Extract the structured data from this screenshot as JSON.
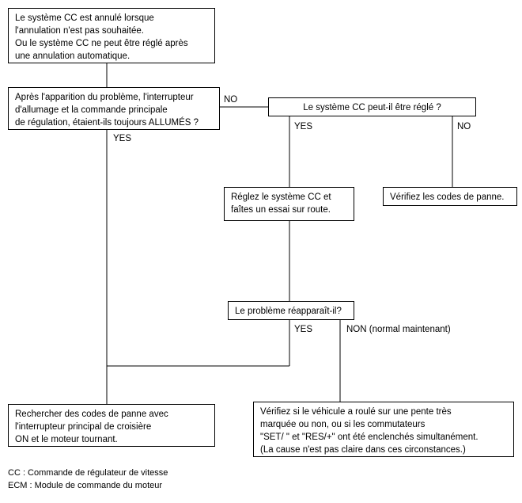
{
  "boxes": {
    "start": {
      "lines": [
        "Le système CC est annulé lorsque",
        "l'annulation n'est pas souhaitée.",
        "Ou le système CC ne peut être réglé après",
        "une annulation automatique."
      ]
    },
    "q_ignition": {
      "lines": [
        "Après l'apparition du problème, l'interrupteur",
        "d'allumage et la commande principale",
        "de régulation, étaient-ils toujours ALLUMÉS ?"
      ]
    },
    "q_can_set": {
      "lines": [
        "Le système CC peut-il être réglé ?"
      ]
    },
    "set_and_test": {
      "lines": [
        "Réglez le système CC et",
        "faîtes un essai sur route."
      ]
    },
    "check_codes": {
      "lines": [
        "Vérifiez les codes de panne."
      ]
    },
    "q_reappears": {
      "lines": [
        "Le problème réapparaît-il?"
      ]
    },
    "search_codes": {
      "lines": [
        "Rechercher des codes de panne avec",
        "l'interrupteur principal de croisière",
        "ON et le moteur tournant."
      ]
    },
    "check_slope": {
      "lines": [
        "Vérifiez si le véhicule a roulé sur une pente très",
        "marquée ou non, ou si les commutateurs",
        "\"SET/ \" et \"RES/+\" ont été enclenchés simultanément.",
        "(La cause n'est pas claire dans ces circonstances.)"
      ]
    }
  },
  "labels": {
    "no_ignition": "NO",
    "yes_ignition": "YES",
    "yes_can_set": "YES",
    "no_can_set": "NO",
    "yes_reappears": "YES",
    "non_reappears": "NON (normal maintenant)"
  },
  "legend": {
    "cc": "CC : Commande de régulateur de vitesse",
    "ecm": "ECM : Module de commande du moteur"
  }
}
